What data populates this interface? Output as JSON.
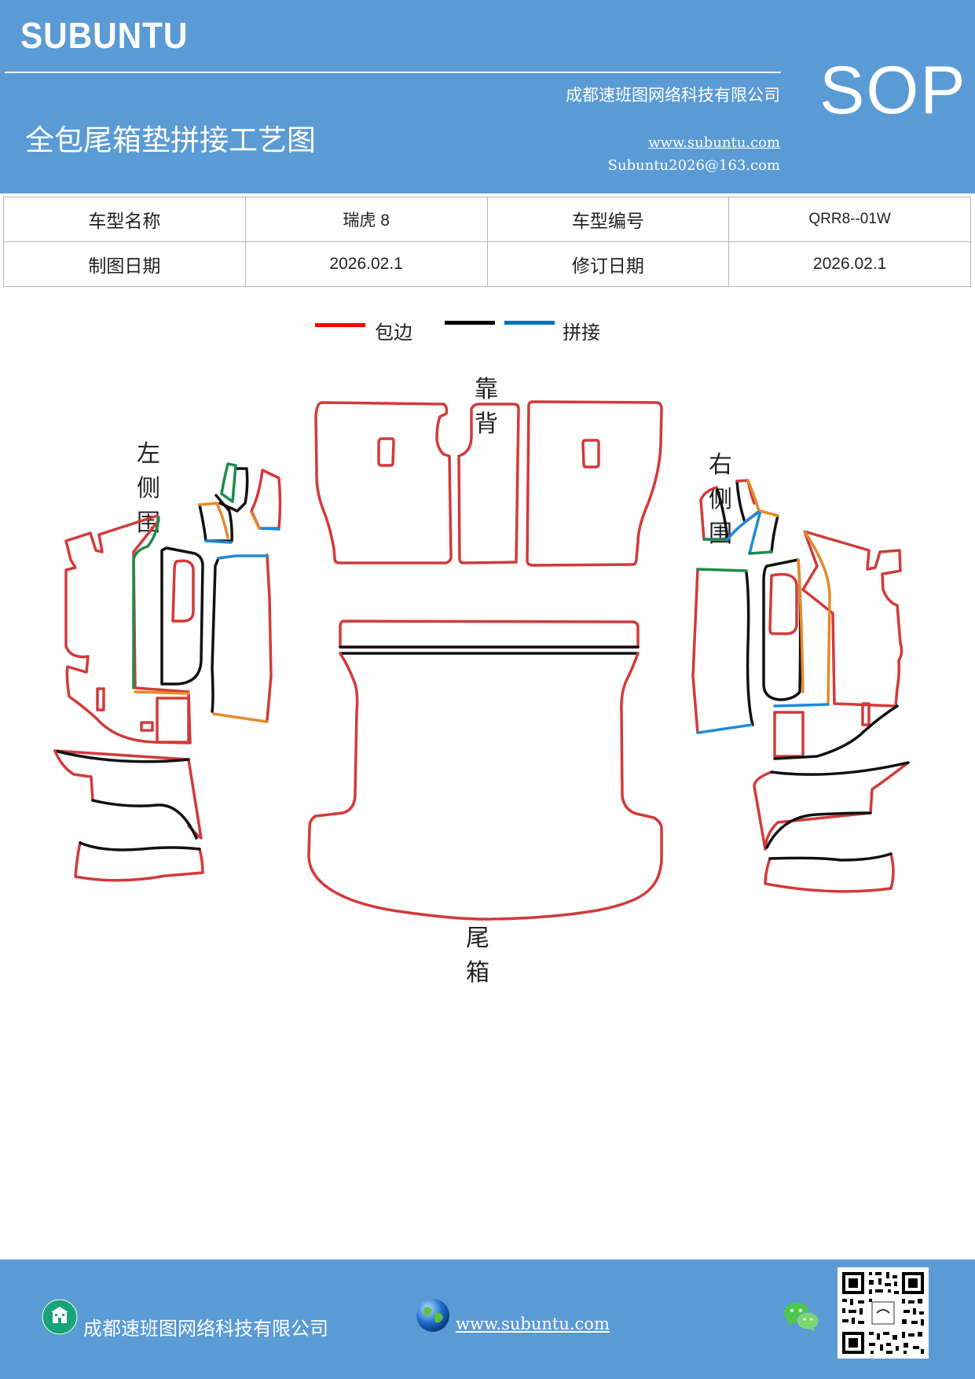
{
  "header": {
    "brand": "SUBUNTU",
    "company": "成都速班图网络科技有限公司",
    "title": "全包尾箱垫拼接工艺图",
    "website": "www.subuntu.com",
    "email": "Subuntu2026@163.com",
    "badge": "SOP"
  },
  "info_table": {
    "rows": [
      [
        "车型名称",
        "瑞虎 8",
        "车型编号",
        "QRR8--01W"
      ],
      [
        "制图日期",
        "2026.02.1",
        "修订日期",
        "2026.02.1"
      ]
    ]
  },
  "legend": {
    "items": [
      {
        "label": "包边",
        "color": "#ff0000"
      },
      {
        "label": "",
        "color": "#000000"
      },
      {
        "label": "拼接",
        "color": "#0070c0"
      }
    ]
  },
  "diagram": {
    "labels": {
      "backrest": "靠背",
      "left_side": "左侧围",
      "right_side": "右侧围",
      "trunk": "尾箱"
    },
    "colors": {
      "edge_red": "#d23a3a",
      "stitch_black": "#111111",
      "join_blue": "#1e8ad6",
      "green": "#1f8a4c",
      "orange": "#e58a2a"
    }
  },
  "footer": {
    "company": "成都速班图网络科技有限公司",
    "website": "www.subuntu.com",
    "icons": [
      "building-icon",
      "globe-icon",
      "wechat-icon",
      "qr-code-icon"
    ]
  }
}
